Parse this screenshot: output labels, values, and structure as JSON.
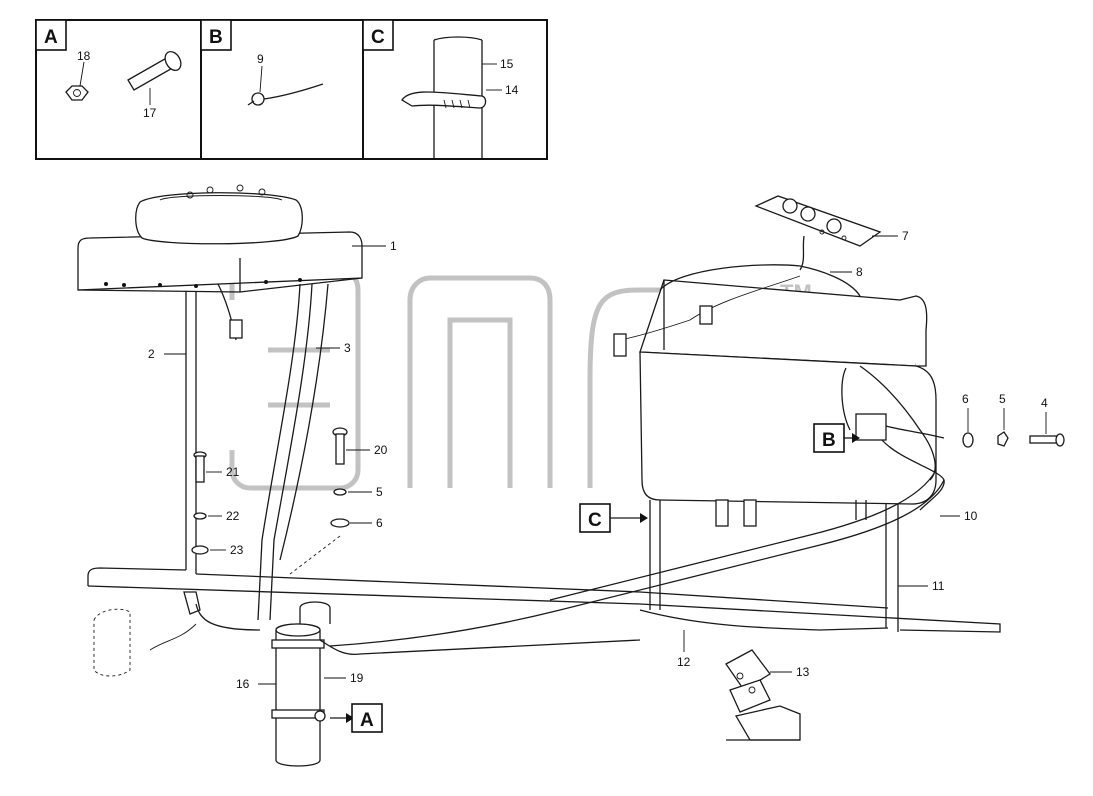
{
  "detail_boxes": [
    {
      "tag": "A",
      "parts": [
        {
          "num": "18"
        },
        {
          "num": "17"
        }
      ]
    },
    {
      "tag": "B",
      "parts": [
        {
          "num": "9"
        }
      ]
    },
    {
      "tag": "C",
      "parts": [
        {
          "num": "15"
        },
        {
          "num": "14"
        }
      ]
    }
  ],
  "view_tags": {
    "b": "B",
    "c": "C",
    "a": "A"
  },
  "parts": {
    "p1": "1",
    "p2": "2",
    "p3": "3",
    "p4": "4",
    "p5a": "5",
    "p5b": "5",
    "p6a": "6",
    "p6b": "6",
    "p7": "7",
    "p8": "8",
    "p10": "10",
    "p11": "11",
    "p12": "12",
    "p13": "13",
    "p16": "16",
    "p19": "19",
    "p20": "20",
    "p21": "21",
    "p22": "22",
    "p23": "23"
  },
  "watermark": {
    "text": "TM"
  }
}
